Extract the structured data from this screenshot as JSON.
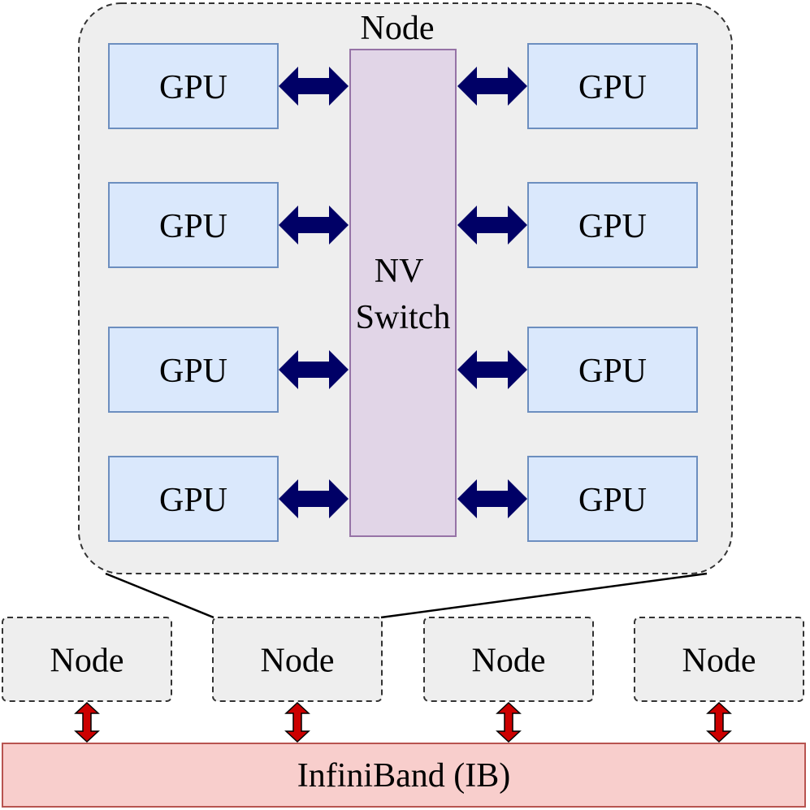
{
  "colors": {
    "node_fill": "#eeeeee",
    "node_border": "#333333",
    "gpu_fill": "#dae8fc",
    "gpu_border": "#6c8ebf",
    "switch_fill": "#e1d5e7",
    "switch_border": "#9673a6",
    "ib_fill": "#f8cecc",
    "ib_border": "#b85450",
    "nvlink_arrow": "#000066",
    "ib_arrow": "#cc0000"
  },
  "node_detail": {
    "label": "Node",
    "switch": {
      "line1": "NV",
      "line2": "Switch"
    },
    "gpus": [
      {
        "label": "GPU",
        "side": "left"
      },
      {
        "label": "GPU",
        "side": "left"
      },
      {
        "label": "GPU",
        "side": "left"
      },
      {
        "label": "GPU",
        "side": "left"
      },
      {
        "label": "GPU",
        "side": "right"
      },
      {
        "label": "GPU",
        "side": "right"
      },
      {
        "label": "GPU",
        "side": "right"
      },
      {
        "label": "GPU",
        "side": "right"
      }
    ]
  },
  "cluster": {
    "nodes": [
      {
        "label": "Node"
      },
      {
        "label": "Node"
      },
      {
        "label": "Node"
      },
      {
        "label": "Node"
      }
    ],
    "interconnect": {
      "label": "InfiniBand (IB)"
    }
  }
}
